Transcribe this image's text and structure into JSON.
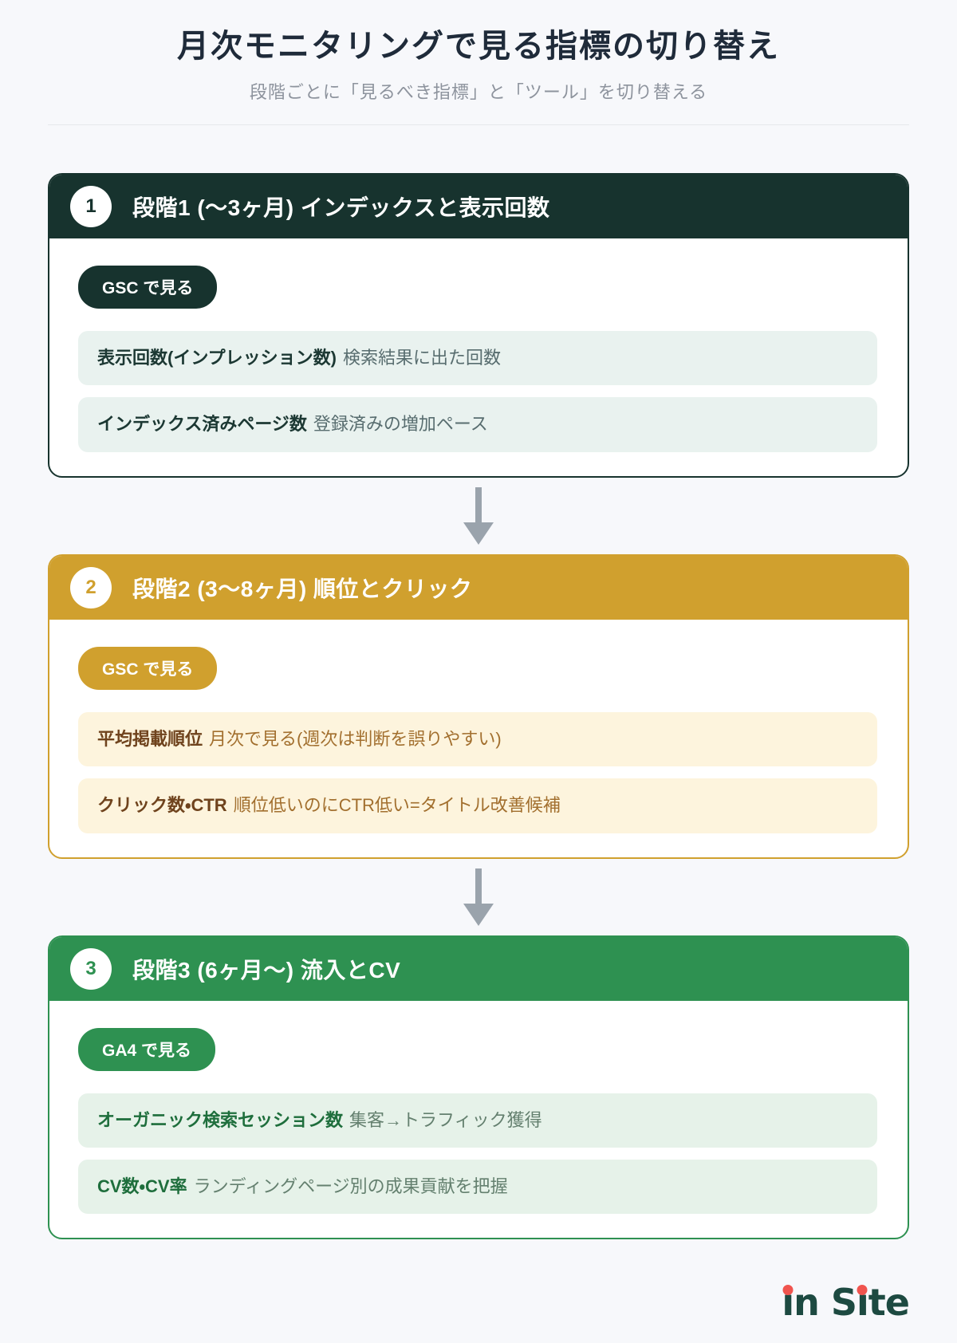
{
  "page": {
    "title": "月次モニタリングで見る指標の切り替え",
    "subtitle": "段階ごとに「見るべき指標」と「ツール」を切り替える"
  },
  "colors": {
    "page_bg": "#f7f8fb",
    "title": "#1f2b3a",
    "subtitle": "#8d939d",
    "divider": "#e5e8ec",
    "arrow": "#9aa3ac",
    "logo_text": "#1d4a41",
    "logo_dot": "#f0544e"
  },
  "icons": {
    "down_arrow": "▼"
  },
  "stages": [
    {
      "number": "1",
      "title": "段階1 (〜3ヶ月) インデックスと表示回数",
      "badge": "GSC で見る",
      "colors": {
        "accent": "#17332e",
        "row_bg": "#e9f2ef",
        "name_color": "#1c3833",
        "desc_color": "#586d6f"
      },
      "metrics": [
        {
          "name": "表示回数(インプレッション数)",
          "desc": "検索結果に出た回数"
        },
        {
          "name": "インデックス済みページ数",
          "desc": "登録済みの増加ペース"
        }
      ]
    },
    {
      "number": "2",
      "title": "段階2 (3〜8ヶ月) 順位とクリック",
      "badge": "GSC で見る",
      "colors": {
        "accent": "#d0a02e",
        "row_bg": "#fdf4dd",
        "name_color": "#6f431d",
        "desc_color": "#a26f2e"
      },
      "metrics": [
        {
          "name": "平均掲載順位",
          "desc": "月次で見る(週次は判断を誤りやすい)"
        },
        {
          "name": "クリック数・CTR",
          "desc": "順位低いのにCTR低い=タイトル改善候補"
        }
      ]
    },
    {
      "number": "3",
      "title": "段階3 (6ヶ月〜) 流入とCV",
      "badge": "GA4 で見る",
      "colors": {
        "accent": "#2e9151",
        "row_bg": "#e6f2e9",
        "name_color": "#1e6e3c",
        "desc_color": "#64806f"
      },
      "metrics": [
        {
          "name": "オーガニック検索セッション数",
          "desc": "集客→トラフィック獲得"
        },
        {
          "name": "CV数・CV率",
          "desc": "ランディングページ別の成果貢献を把握"
        }
      ]
    }
  ],
  "logo": {
    "text": "in Site"
  }
}
